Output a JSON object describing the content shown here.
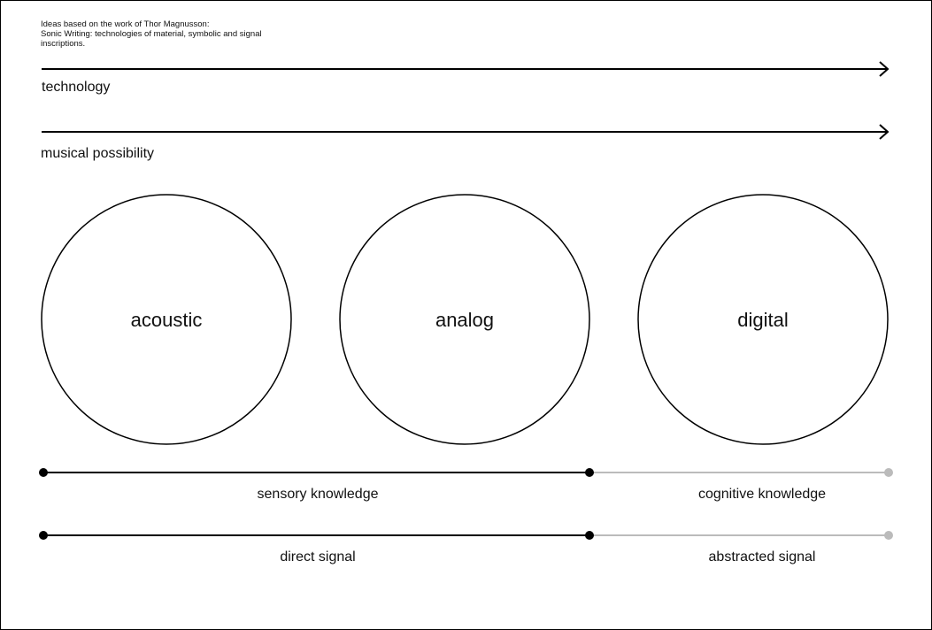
{
  "caption": {
    "line1": "Ideas based on the work of Thor Magnusson:",
    "line2": "Sonic Writing: technologies of material, symbolic and signal",
    "line3": "inscriptions."
  },
  "arrows": {
    "technology": "technology",
    "musical_possibility": "musical possibility"
  },
  "circles": {
    "acoustic": "acoustic",
    "analog": "analog",
    "digital": "digital"
  },
  "spectra": {
    "knowledge": {
      "left": "sensory knowledge",
      "right": "cognitive knowledge"
    },
    "signal": {
      "left": "direct signal",
      "right": "abstracted signal"
    }
  },
  "colors": {
    "primary": "#000000",
    "secondary": "#bbbbbb"
  }
}
